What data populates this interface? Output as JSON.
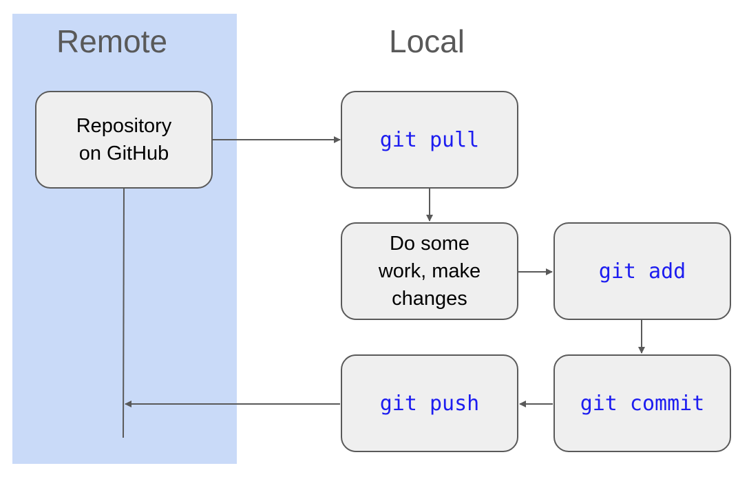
{
  "headings": {
    "remote": "Remote",
    "local": "Local"
  },
  "nodes": {
    "repository": "Repository\non GitHub",
    "pull": "git pull",
    "work": "Do some\nwork, make\nchanges",
    "add": "git add",
    "commit": "git commit",
    "push": "git push"
  },
  "colors": {
    "remote_panel": "#c9daf8",
    "node_fill": "#efefef",
    "node_border": "#595959",
    "command_text": "#1c1cf0",
    "arrow": "#595959"
  }
}
